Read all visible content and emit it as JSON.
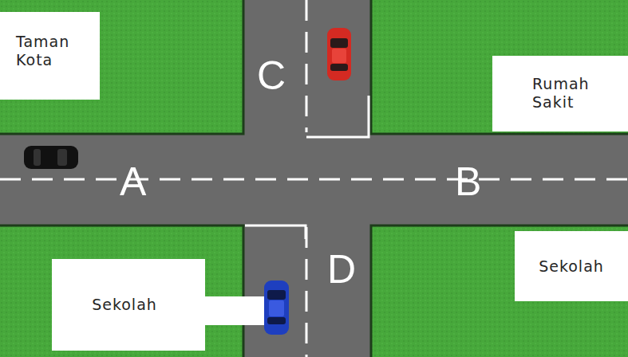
{
  "diagram": {
    "nodes": [
      {
        "text": [
          "Taman Kota"
        ]
      },
      {
        "text": [
          "Rumah Sakit"
        ]
      },
      {
        "text": [
          "Sekolah"
        ]
      },
      {
        "text": [
          "Sekolah"
        ]
      }
    ],
    "labels": [
      "A",
      "B",
      "C",
      "D"
    ]
  }
}
